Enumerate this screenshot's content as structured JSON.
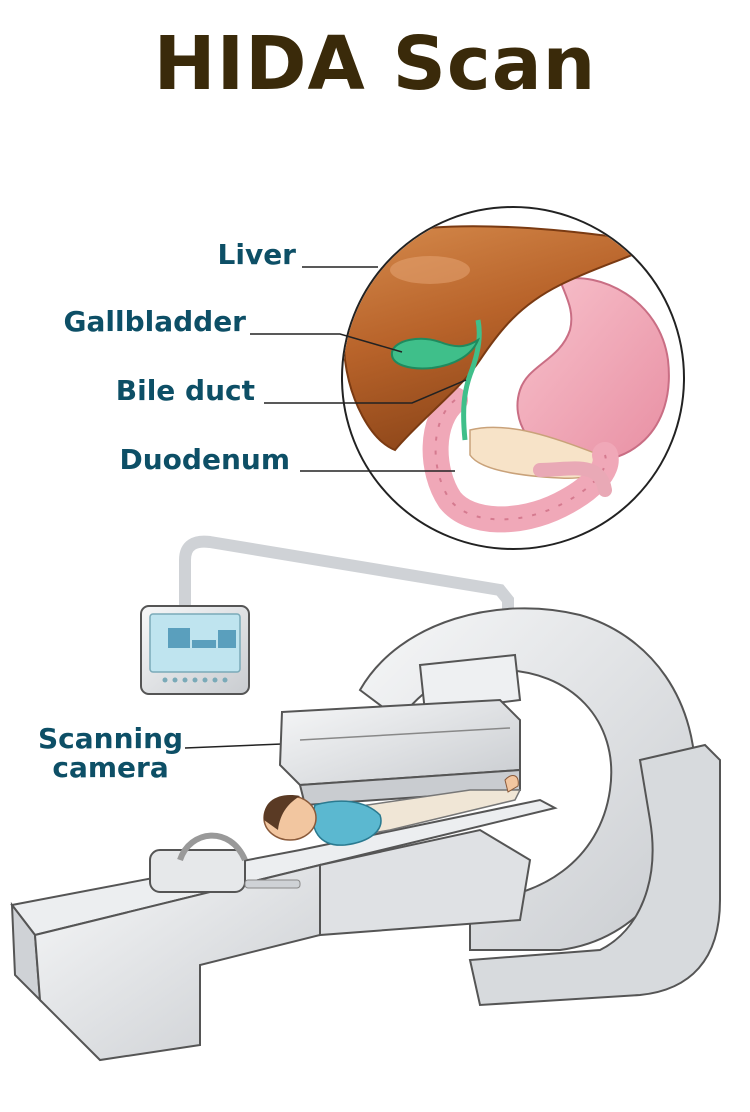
{
  "title": "HIDA Scan",
  "labels": {
    "liver": "Liver",
    "gallbladder": "Gallbladder",
    "bile_duct": "Bile duct",
    "duodenum": "Duodenum",
    "camera_line1": "Scanning",
    "camera_line2": "camera"
  },
  "colors": {
    "title": "#3a2a0a",
    "label": "#0d4f66",
    "liver": "#b8632a",
    "gallbladder": "#3fbf8a",
    "stomach": "#f2a3b3",
    "machine": "#e4e6e8",
    "gown": "#5bb8d0"
  }
}
